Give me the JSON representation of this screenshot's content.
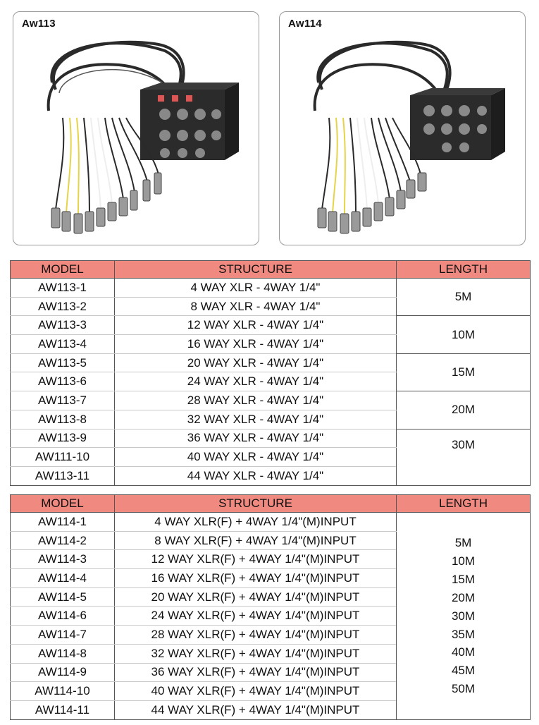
{
  "products": [
    {
      "title": "Aw113"
    },
    {
      "title": "Aw114"
    }
  ],
  "table1": {
    "headers": [
      "MODEL",
      "STRUCTURE",
      "LENGTH"
    ],
    "rows": [
      [
        "AW113-1",
        "4 WAY XLR - 4WAY 1/4\""
      ],
      [
        "AW113-2",
        "8 WAY XLR - 4WAY 1/4\""
      ],
      [
        "AW113-3",
        "12 WAY XLR - 4WAY 1/4\""
      ],
      [
        "AW113-4",
        "16 WAY XLR - 4WAY 1/4\""
      ],
      [
        "AW113-5",
        "20 WAY XLR - 4WAY 1/4\""
      ],
      [
        "AW113-6",
        "24 WAY XLR - 4WAY 1/4\""
      ],
      [
        "AW113-7",
        "28 WAY XLR - 4WAY 1/4\""
      ],
      [
        "AW113-8",
        "32 WAY XLR - 4WAY 1/4\""
      ],
      [
        "AW113-9",
        "36 WAY XLR - 4WAY 1/4\""
      ],
      [
        "AW111-10",
        "40 WAY XLR - 4WAY 1/4\""
      ],
      [
        "AW113-11",
        "44 WAY XLR - 4WAY 1/4\""
      ]
    ],
    "lengths": [
      "5M",
      "10M",
      "15M",
      "20M",
      "30M"
    ]
  },
  "table2": {
    "headers": [
      "MODEL",
      "STRUCTURE",
      "LENGTH"
    ],
    "rows": [
      [
        "AW114-1",
        "4 WAY XLR(F) + 4WAY 1/4\"(M)INPUT"
      ],
      [
        "AW114-2",
        "8 WAY XLR(F) + 4WAY 1/4\"(M)INPUT"
      ],
      [
        "AW114-3",
        "12 WAY XLR(F) + 4WAY 1/4\"(M)INPUT"
      ],
      [
        "AW114-4",
        "16 WAY XLR(F) + 4WAY 1/4\"(M)INPUT"
      ],
      [
        "AW114-5",
        "20 WAY XLR(F) + 4WAY 1/4\"(M)INPUT"
      ],
      [
        "AW114-6",
        "24 WAY XLR(F) + 4WAY 1/4\"(M)INPUT"
      ],
      [
        "AW114-7",
        "28 WAY XLR(F) + 4WAY 1/4\"(M)INPUT"
      ],
      [
        "AW114-8",
        "32 WAY XLR(F) + 4WAY 1/4\"(M)INPUT"
      ],
      [
        "AW114-9",
        "36 WAY XLR(F) + 4WAY 1/4\"(M)INPUT"
      ],
      [
        "AW114-10",
        "40 WAY XLR(F) + 4WAY 1/4\"(M)INPUT"
      ],
      [
        "AW114-11",
        "44 WAY XLR(F) + 4WAY 1/4\"(M)INPUT"
      ]
    ],
    "lengths": [
      "5M",
      "10M",
      "15M",
      "20M",
      "30M",
      "35M",
      "40M",
      "45M",
      "50M"
    ]
  },
  "colors": {
    "header_bg": "#f08a80",
    "border": "#555555"
  }
}
